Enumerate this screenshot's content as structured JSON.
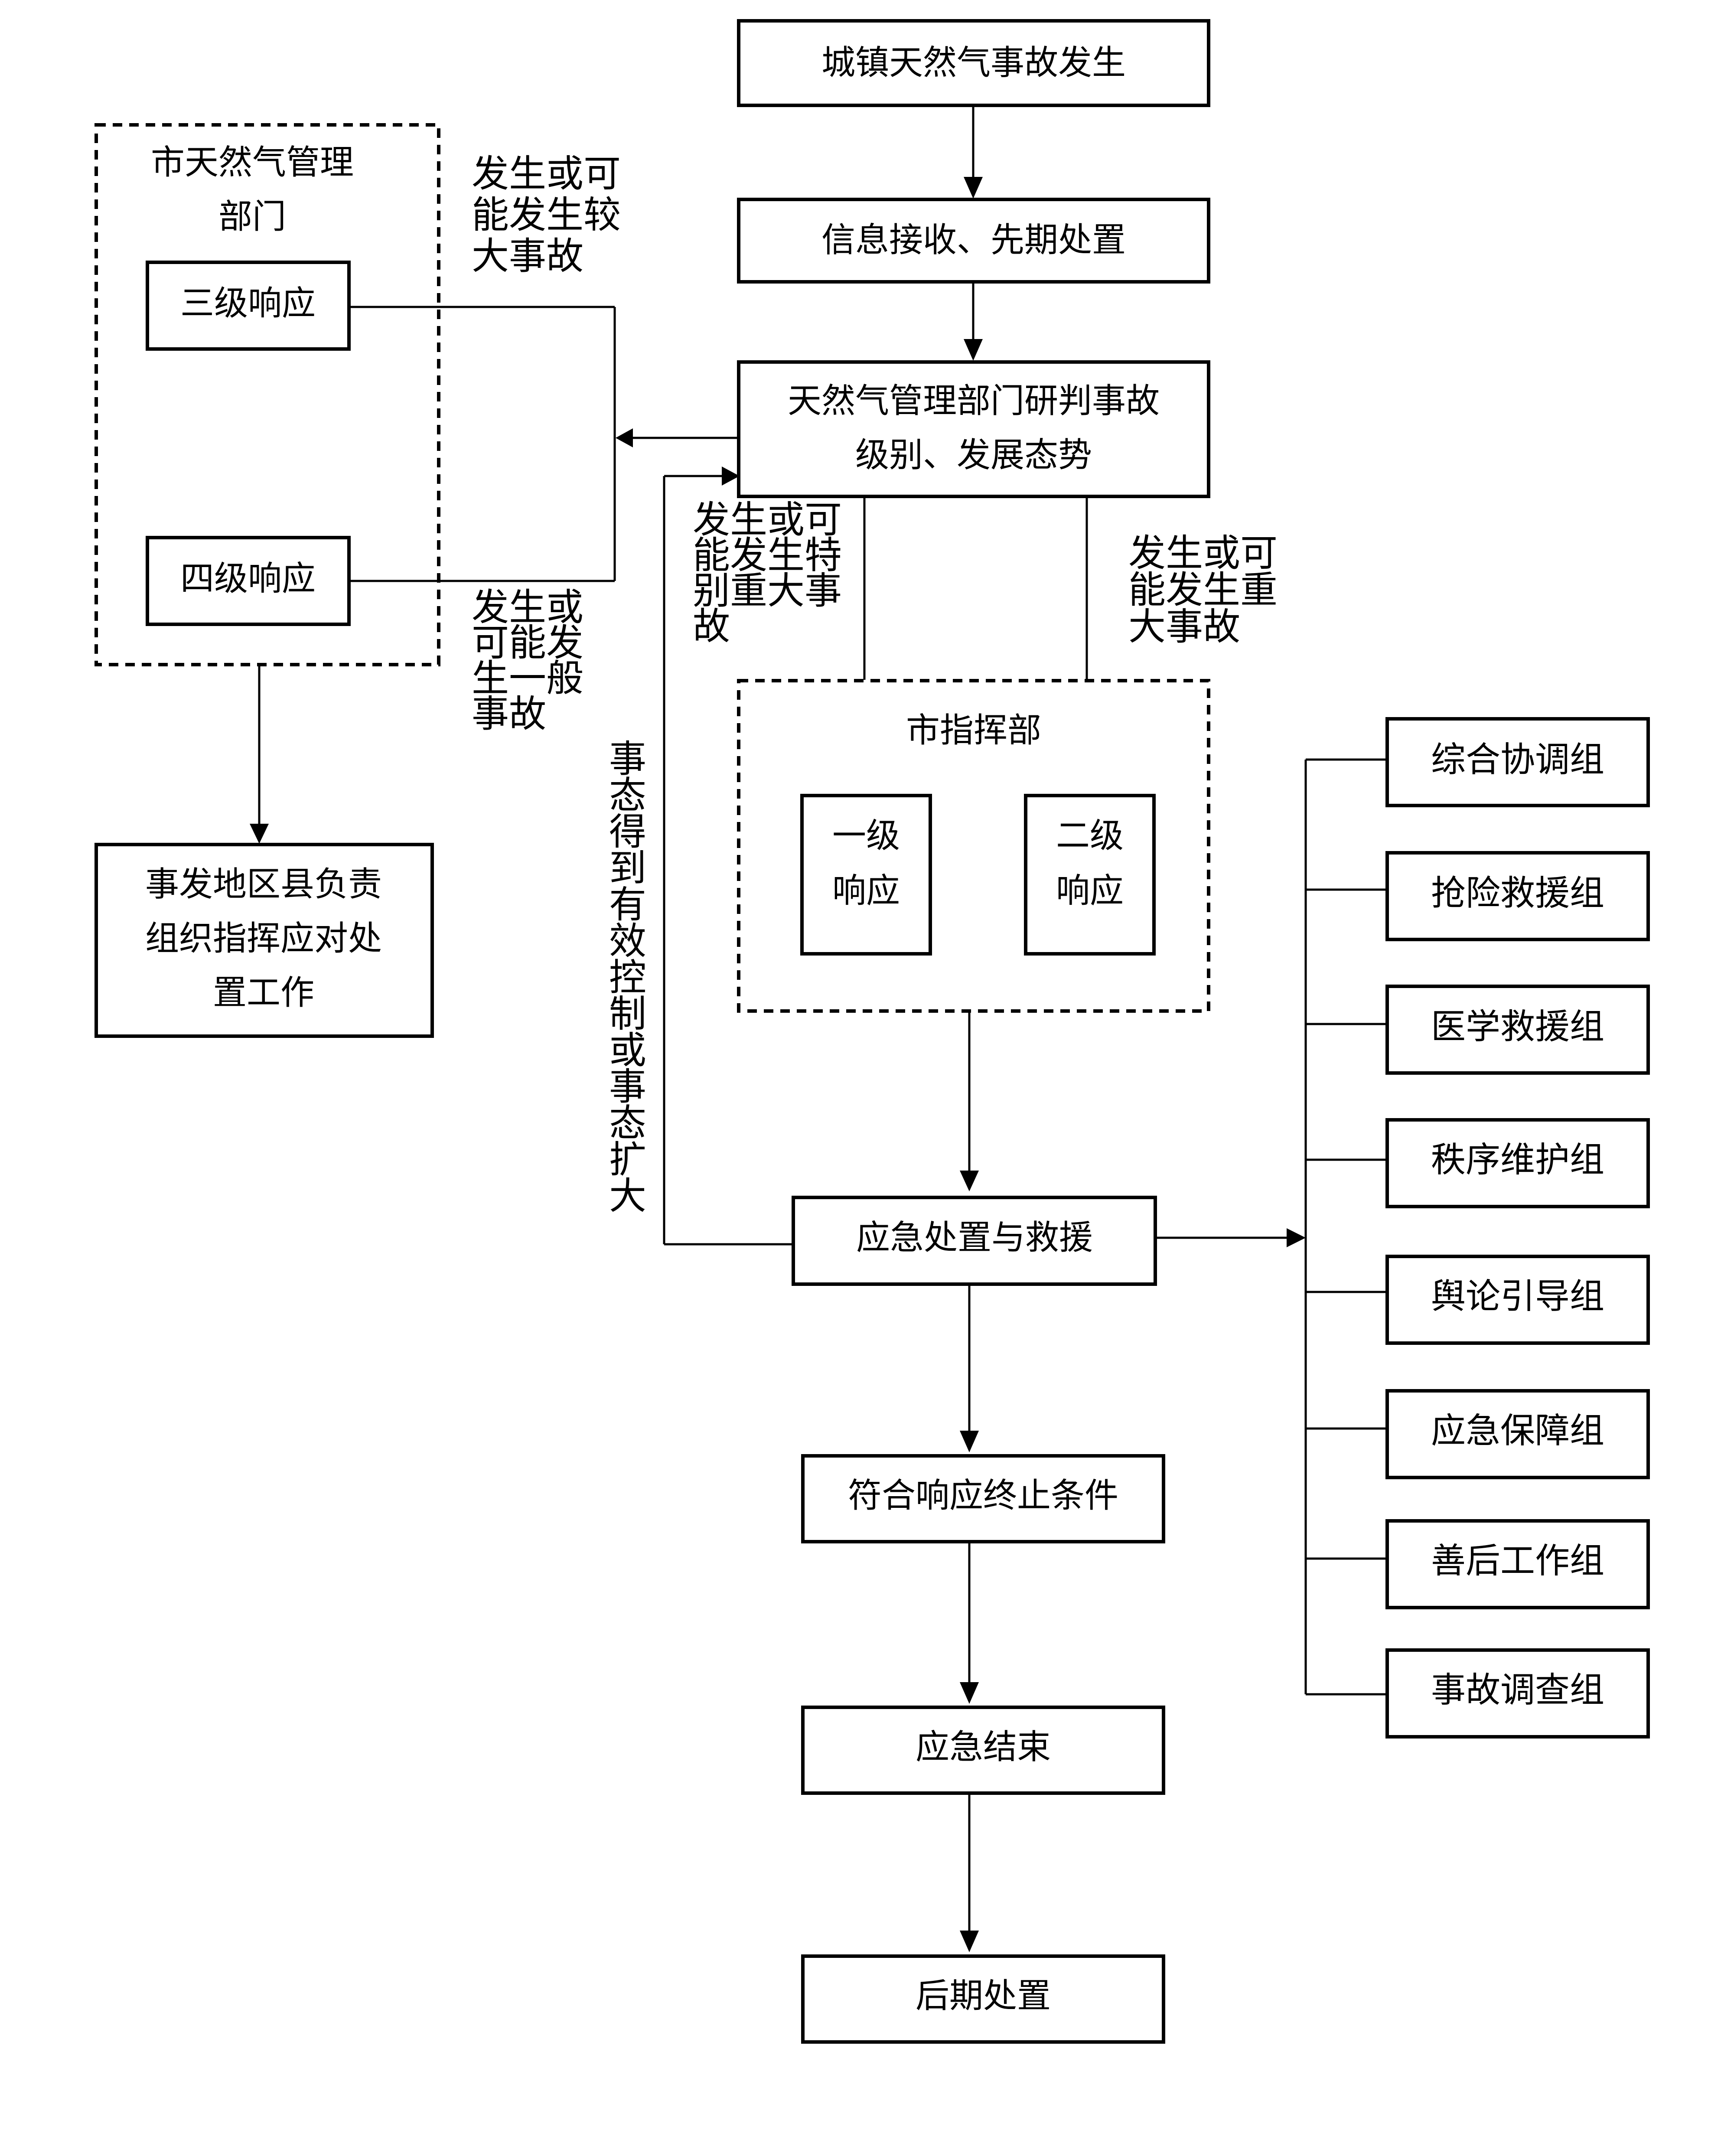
{
  "nodes": {
    "accident_occurs": "城镇天然气事故发生",
    "info_receive": "信息接收、先期处置",
    "assess": [
      "天然气管理部门研判事故",
      "级别、发展态势"
    ],
    "city_mgmt_dept": [
      "市天然气管理",
      "部门"
    ],
    "level3": "三级响应",
    "level4": "四级响应",
    "county": [
      "事发地区县负责",
      "组织指挥应对处",
      "置工作"
    ],
    "city_hq": "市指挥部",
    "level1": [
      "一级",
      "响应"
    ],
    "level2": [
      "二级",
      "响应"
    ],
    "emergency_response": "应急处置与救援",
    "termination": "符合响应终止条件",
    "end": "应急结束",
    "aftermath": "后期处置"
  },
  "annotations": {
    "larger": [
      "发生或可",
      "能发生较",
      "大事故"
    ],
    "general": [
      "发生或",
      "可能发",
      "生一般",
      "事故"
    ],
    "especially_major": [
      "发生或可",
      "能发生特",
      "别重大事",
      "故"
    ],
    "major": [
      "发生或可",
      "能发生重",
      "大事故"
    ],
    "feedback": [
      "事",
      "态",
      "得",
      "到",
      "有",
      "效",
      "控",
      "制",
      "或",
      "事",
      "态",
      "扩",
      "大"
    ]
  },
  "groups": [
    "综合协调组",
    "抢险救援组",
    "医学救援组",
    "秩序维护组",
    "舆论引导组",
    "应急保障组",
    "善后工作组",
    "事故调查组"
  ]
}
